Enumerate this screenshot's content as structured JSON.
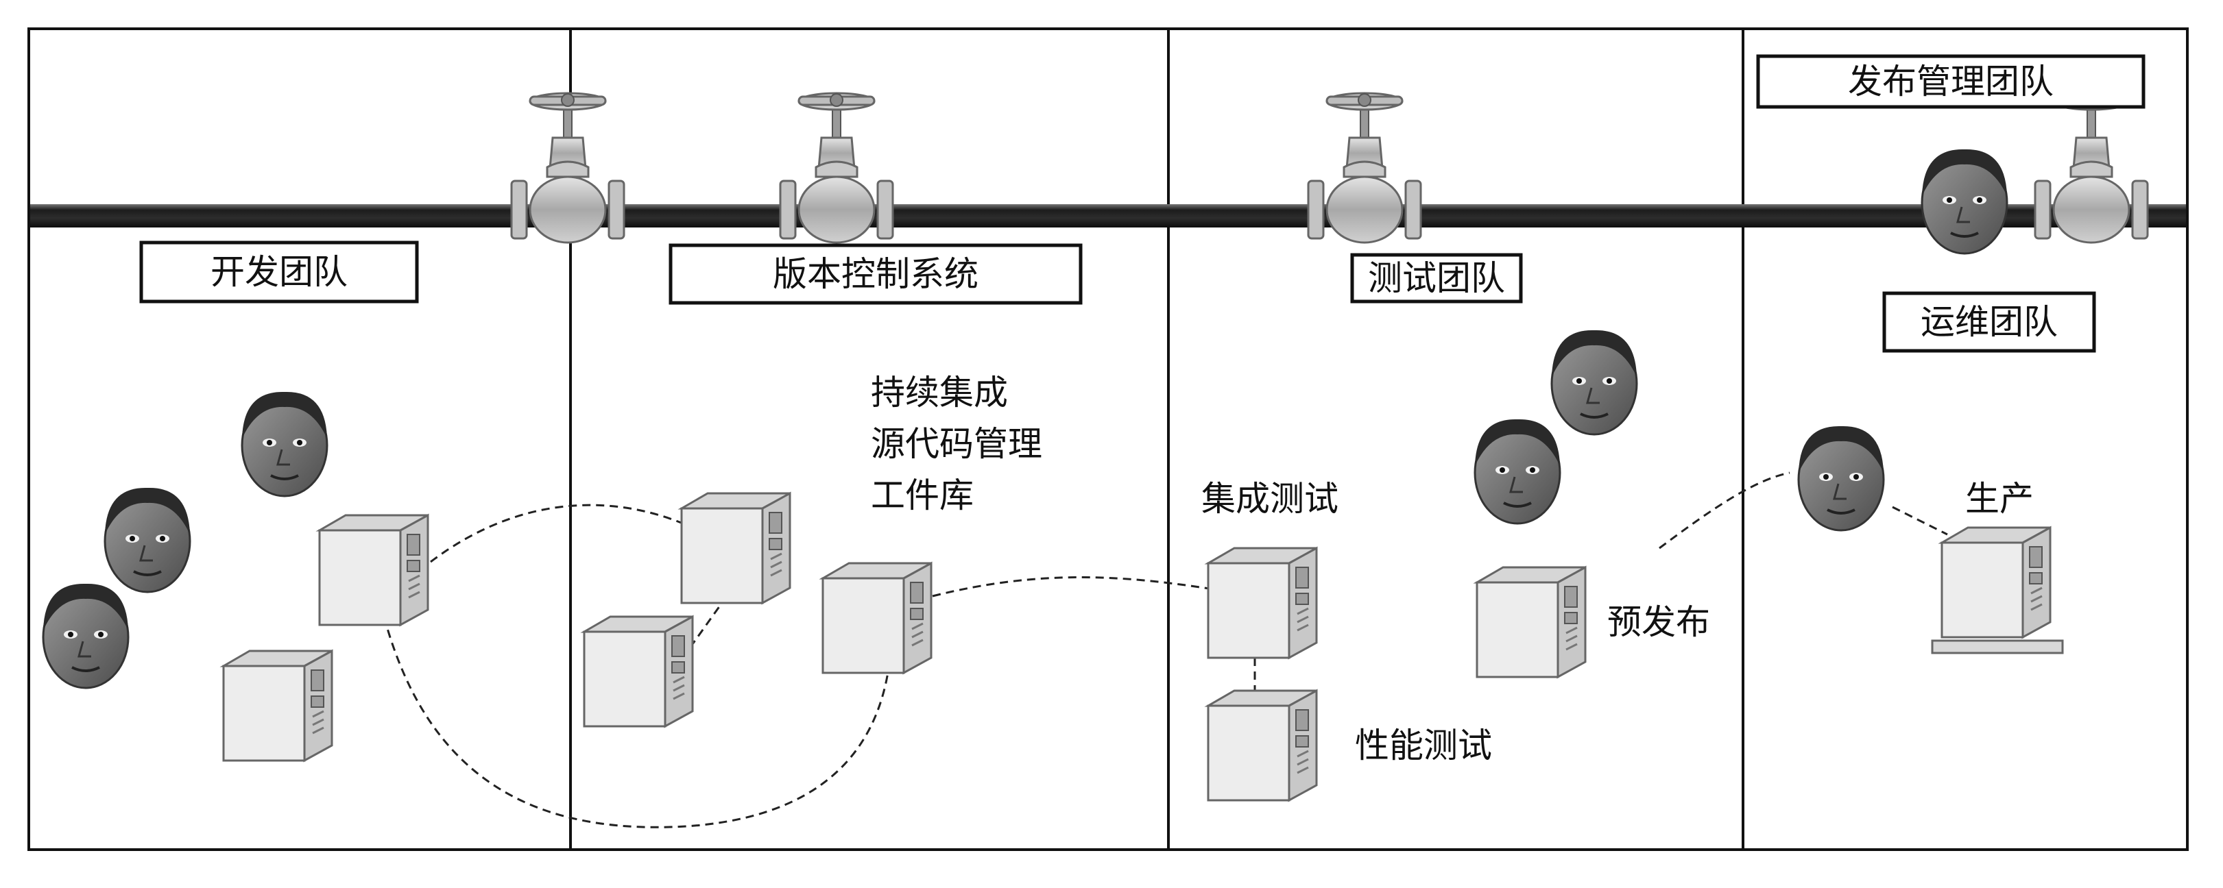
{
  "teams": {
    "dev": "开发团队",
    "vcs": "版本控制系统",
    "test": "测试团队",
    "release": "发布管理团队",
    "ops": "运维团队"
  },
  "vcs_notes": [
    "持续集成",
    "源代码管理",
    "工件库"
  ],
  "stages": {
    "integration_test": "集成测试",
    "performance_test": "性能测试",
    "pre_release": "预发布",
    "production": "生产"
  },
  "colors": {
    "line": "#111111",
    "pipe": "#2b2b2b",
    "valve": "#b9b9b9",
    "server": "#e7e7e7",
    "face": "#6f6f6f"
  },
  "icons": [
    "pipe",
    "valve-icon",
    "server-icon",
    "person-face-icon"
  ]
}
